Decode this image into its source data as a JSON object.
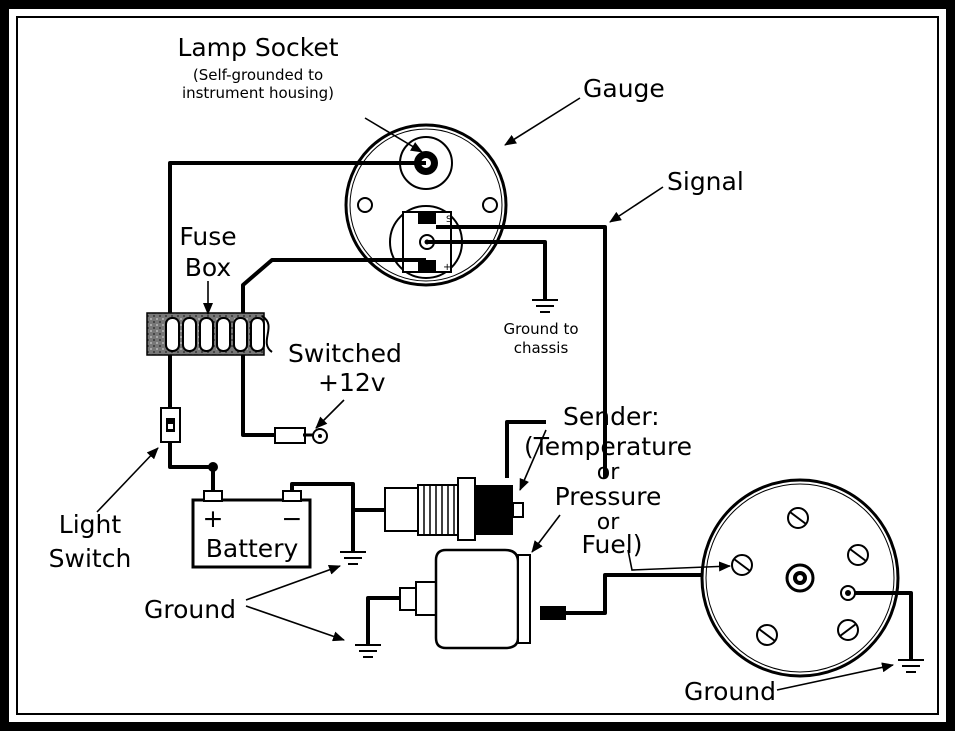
{
  "labels": {
    "lamp_socket": "Lamp Socket",
    "self_grounded_1": "(Self-grounded to",
    "self_grounded_2": "instrument housing)",
    "gauge": "Gauge",
    "signal": "Signal",
    "fuse": "Fuse",
    "box": "Box",
    "switched": "Switched",
    "plus12v": "+12v",
    "ground_to": "Ground to",
    "chassis": "chassis",
    "sender": "Sender:",
    "temperature": "(Temperature",
    "or1": "or",
    "pressure": "Pressure",
    "or2": "or",
    "fuel": "Fuel)",
    "light": "Light",
    "switch": "Switch",
    "battery": "Battery",
    "battery_plus": "+",
    "battery_minus": "−",
    "ground_left": "Ground",
    "ground_right": "Ground"
  }
}
